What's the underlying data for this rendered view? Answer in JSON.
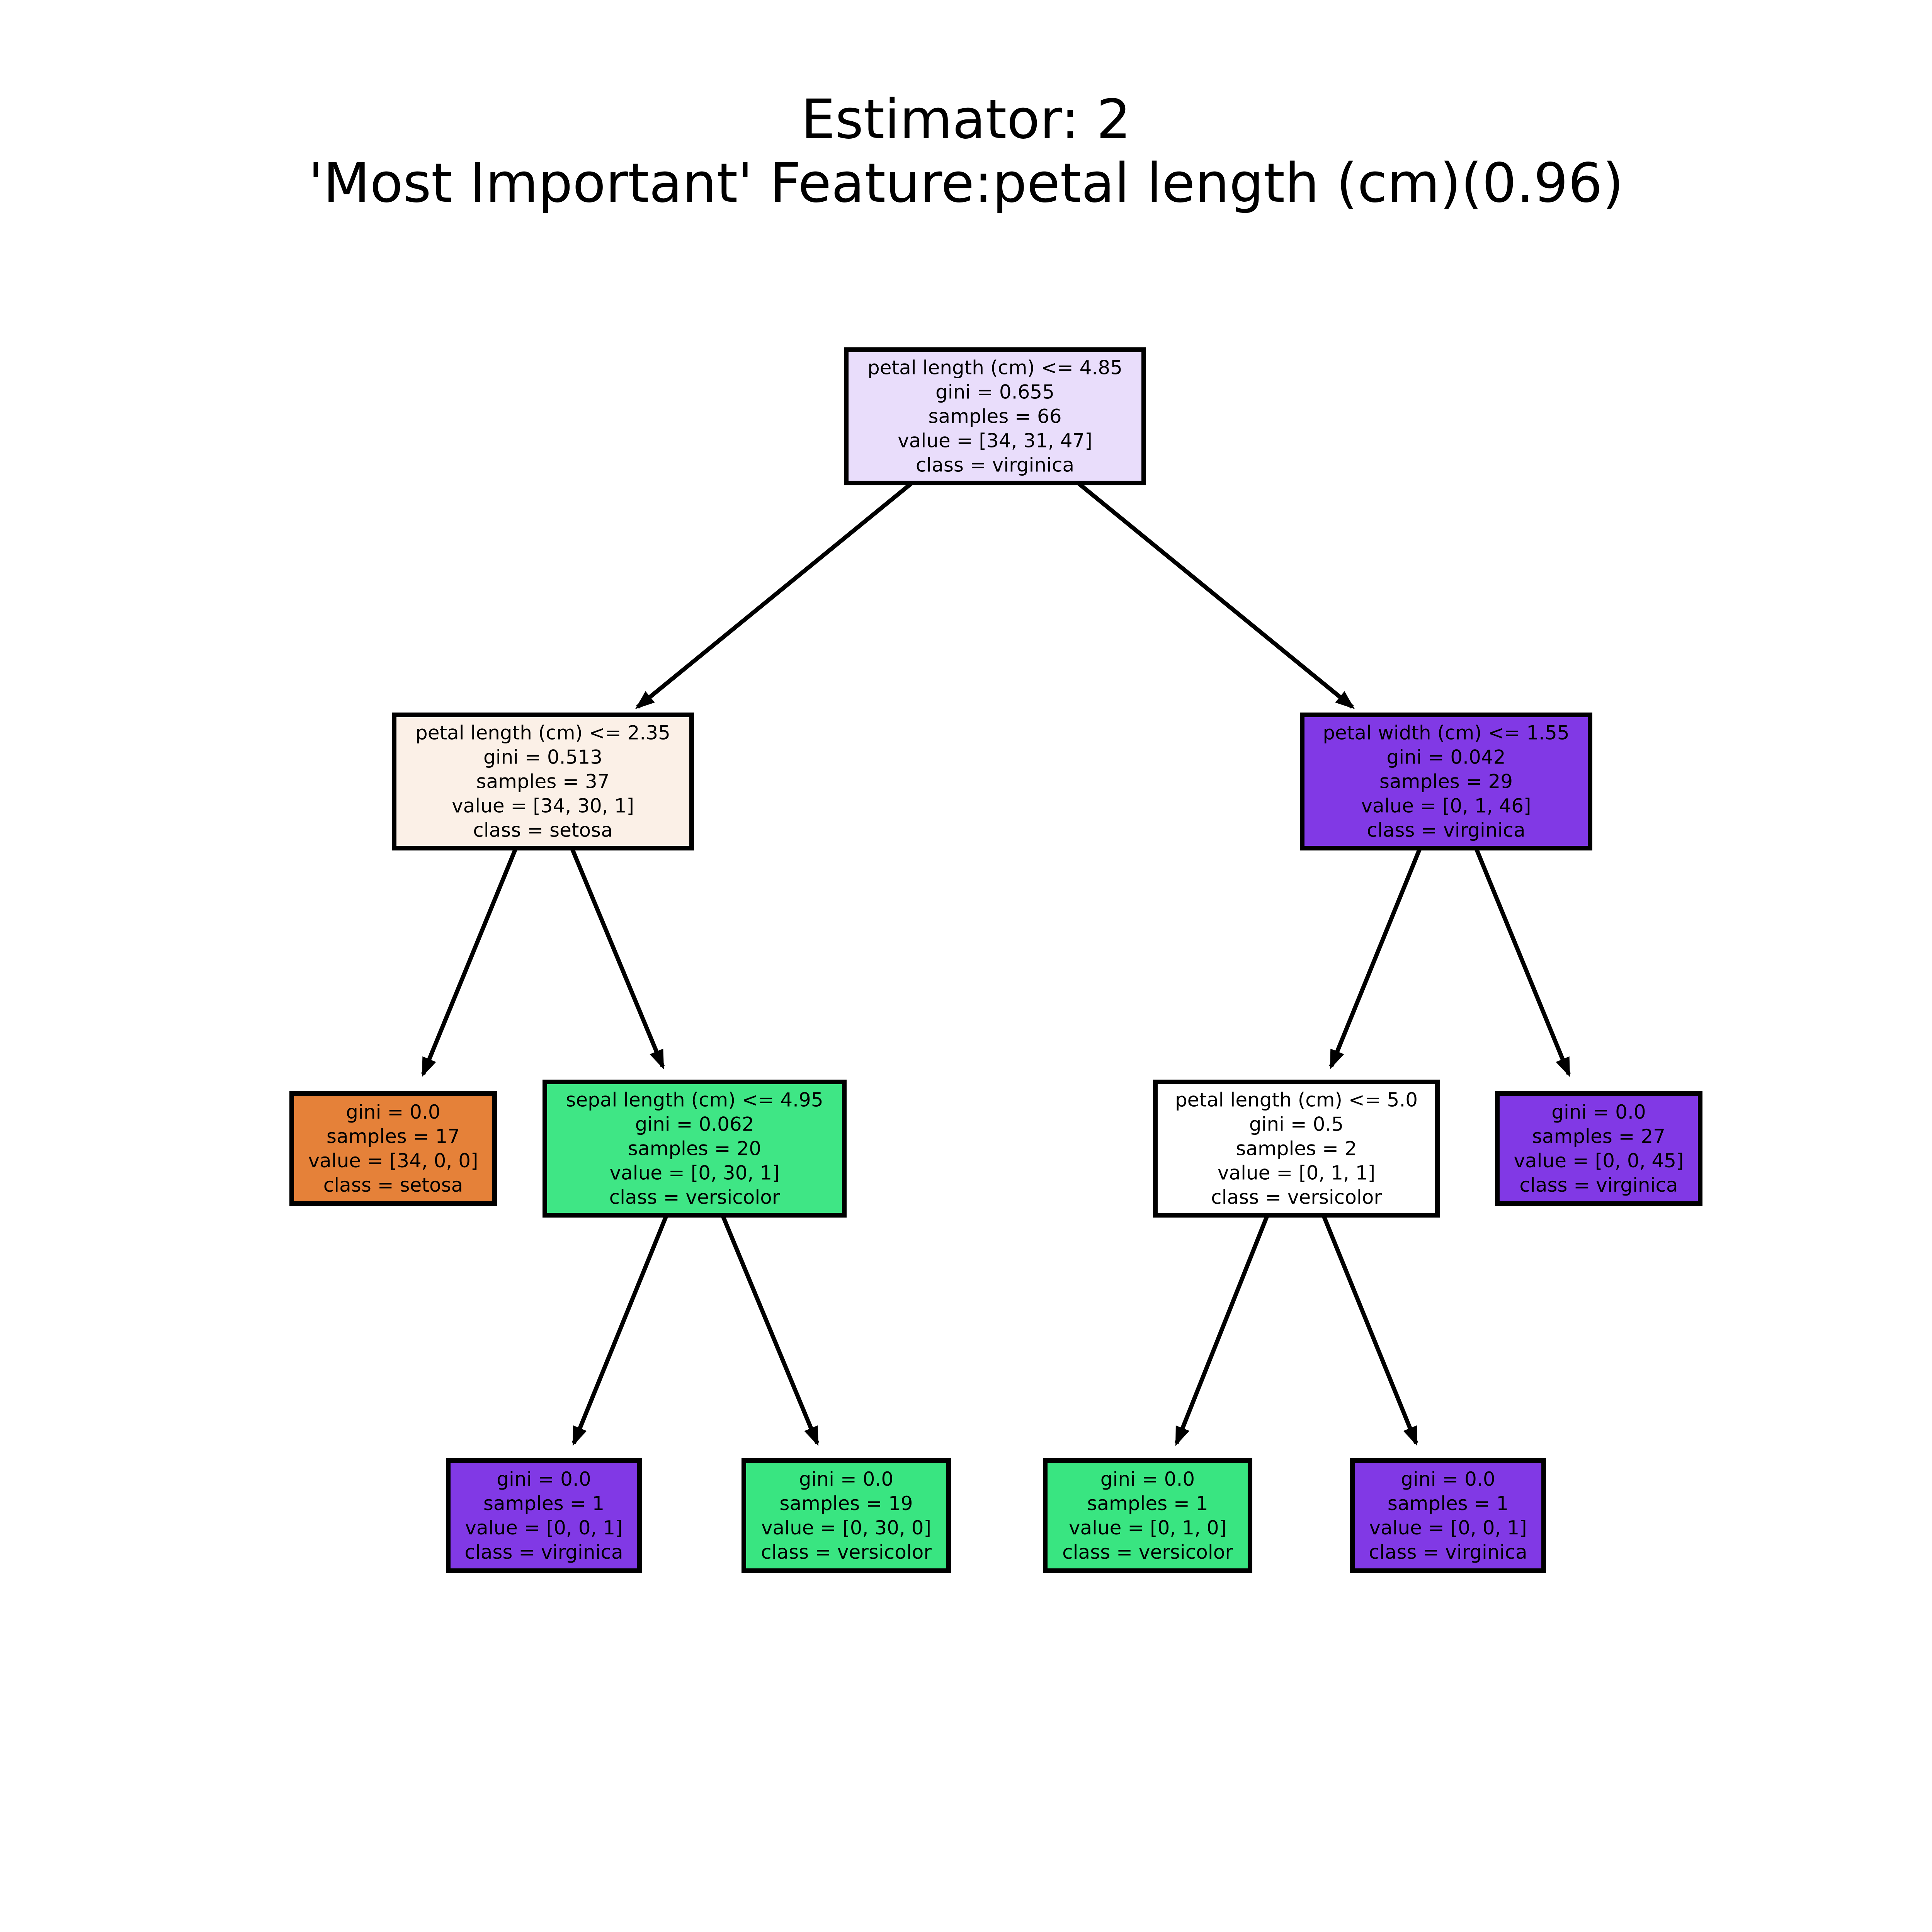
{
  "title": {
    "line1": "Estimator: 2",
    "line2": "'Most Important' Feature:petal length (cm)(0.96)"
  },
  "tree": {
    "nodes": [
      {
        "id": "root",
        "fill": "#e9ddfb",
        "lines": [
          "petal length (cm) <= 4.85",
          "gini = 0.655",
          "samples = 66",
          "value = [34, 31, 47]",
          "class = virginica"
        ]
      },
      {
        "id": "n1",
        "fill": "#fbf0e7",
        "lines": [
          "petal length (cm) <= 2.35",
          "gini = 0.513",
          "samples = 37",
          "value = [34, 30, 1]",
          "class = setosa"
        ]
      },
      {
        "id": "n2",
        "fill": "#8139e5",
        "lines": [
          "petal width (cm) <= 1.55",
          "gini = 0.042",
          "samples = 29",
          "value = [0, 1, 46]",
          "class = virginica"
        ]
      },
      {
        "id": "n3",
        "fill": "#e58139",
        "lines": [
          "gini = 0.0",
          "samples = 17",
          "value = [34, 0, 0]",
          "class = setosa"
        ]
      },
      {
        "id": "n4",
        "fill": "#3fe685",
        "lines": [
          "sepal length (cm) <= 4.95",
          "gini = 0.062",
          "samples = 20",
          "value = [0, 30, 1]",
          "class = versicolor"
        ]
      },
      {
        "id": "n5",
        "fill": "#ffffff",
        "lines": [
          "petal length (cm) <= 5.0",
          "gini = 0.5",
          "samples = 2",
          "value = [0, 1, 1]",
          "class = versicolor"
        ]
      },
      {
        "id": "n6",
        "fill": "#8139e5",
        "lines": [
          "gini = 0.0",
          "samples = 27",
          "value = [0, 0, 45]",
          "class = virginica"
        ]
      },
      {
        "id": "n7",
        "fill": "#8139e5",
        "lines": [
          "gini = 0.0",
          "samples = 1",
          "value = [0, 0, 1]",
          "class = virginica"
        ]
      },
      {
        "id": "n8",
        "fill": "#39e581",
        "lines": [
          "gini = 0.0",
          "samples = 19",
          "value = [0, 30, 0]",
          "class = versicolor"
        ]
      },
      {
        "id": "n9",
        "fill": "#39e581",
        "lines": [
          "gini = 0.0",
          "samples = 1",
          "value = [0, 1, 0]",
          "class = versicolor"
        ]
      },
      {
        "id": "n10",
        "fill": "#8139e5",
        "lines": [
          "gini = 0.0",
          "samples = 1",
          "value = [0, 0, 1]",
          "class = virginica"
        ]
      }
    ],
    "edges": [
      {
        "from": "root",
        "to": "n1"
      },
      {
        "from": "root",
        "to": "n2"
      },
      {
        "from": "n1",
        "to": "n3"
      },
      {
        "from": "n1",
        "to": "n4"
      },
      {
        "from": "n2",
        "to": "n5"
      },
      {
        "from": "n2",
        "to": "n6"
      },
      {
        "from": "n4",
        "to": "n7"
      },
      {
        "from": "n4",
        "to": "n8"
      },
      {
        "from": "n5",
        "to": "n9"
      },
      {
        "from": "n5",
        "to": "n10"
      }
    ]
  }
}
